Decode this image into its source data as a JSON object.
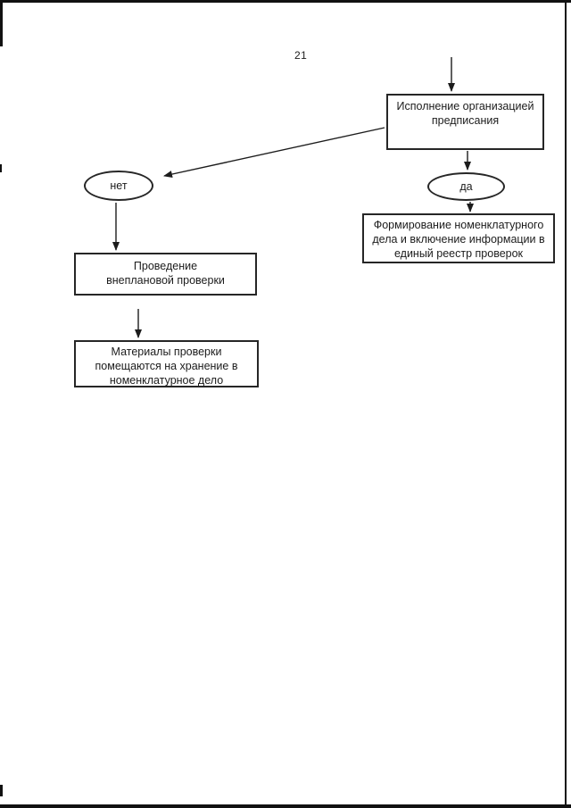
{
  "page": {
    "number": "21",
    "background_color": "#ffffff",
    "ink_color": "#262626"
  },
  "flowchart": {
    "nodes": {
      "execution_box": {
        "shape": "rect",
        "lines": [
          "Исполнение организацией",
          "предписания"
        ]
      },
      "no_ellipse": {
        "shape": "ellipse",
        "label": "нет"
      },
      "yes_ellipse": {
        "shape": "ellipse",
        "label": "да"
      },
      "registry_box": {
        "shape": "rect",
        "lines": [
          "Формирование номенклатурного",
          "дела и включение информации в",
          "единый реестр проверок"
        ]
      },
      "inspection_box": {
        "shape": "rect",
        "lines": [
          "Проведение",
          "внеплановой проверки"
        ]
      },
      "materials_box": {
        "shape": "rect",
        "lines": [
          "Материалы проверки",
          "помещаются на хранение в",
          "номенклатурное дело"
        ]
      }
    },
    "edges": [
      {
        "from": "top-of-page",
        "to": "execution_box"
      },
      {
        "from": "execution_box",
        "to": "no_ellipse"
      },
      {
        "from": "execution_box",
        "to": "yes_ellipse"
      },
      {
        "from": "yes_ellipse",
        "to": "registry_box"
      },
      {
        "from": "no_ellipse",
        "to": "inspection_box"
      },
      {
        "from": "inspection_box",
        "to": "materials_box"
      }
    ]
  }
}
